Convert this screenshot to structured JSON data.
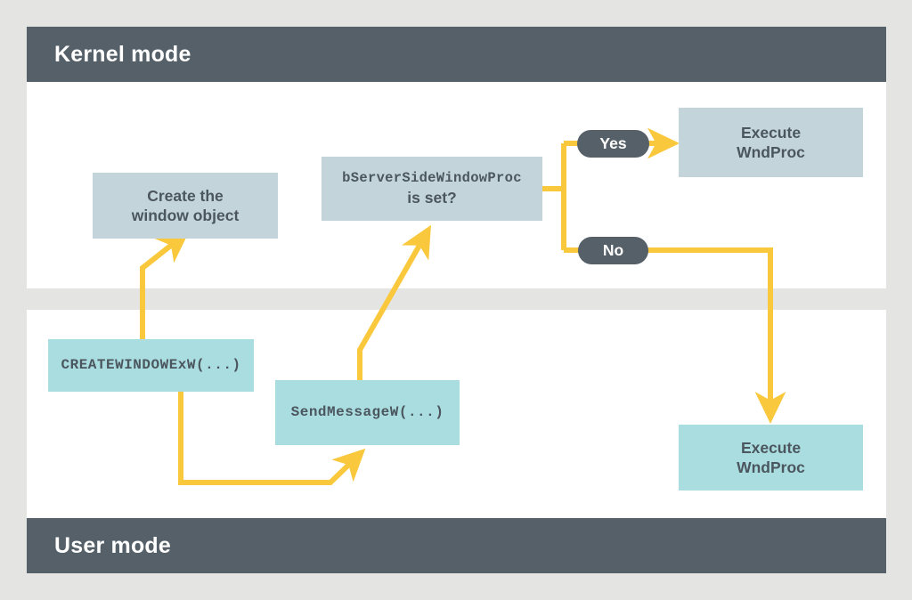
{
  "diagram": {
    "title_kernel": "Kernel mode",
    "title_user": "User mode",
    "colors": {
      "page_background": "#e4e4e2",
      "panel_background": "#ffffff",
      "band": "#566069",
      "kernel_node": "#c3d5da",
      "user_node": "#aadde0",
      "connector": "#fac83c",
      "text_dark": "#4b565e",
      "text_light": "#ffffff"
    }
  },
  "bands": {
    "kernel": {
      "label": "Kernel mode"
    },
    "user": {
      "label": "User mode"
    }
  },
  "nodes": {
    "create_window": {
      "line1": "Create the",
      "line2": "window object"
    },
    "decision": {
      "line1": "bServerSideWindowProc",
      "line2": "is set?"
    },
    "execute_wndproc_top": {
      "line1": "Execute",
      "line2": "WndProc"
    },
    "execute_wndproc_bottom": {
      "line1": "Execute",
      "line2": "WndProc"
    },
    "createwindowexw_call": {
      "label": "CREATEWINDOWExW(...)"
    },
    "sendmessagew_call": {
      "label": "SendMessageW(...)"
    }
  },
  "branches": {
    "yes": {
      "label": "Yes"
    },
    "no": {
      "label": "No"
    }
  }
}
